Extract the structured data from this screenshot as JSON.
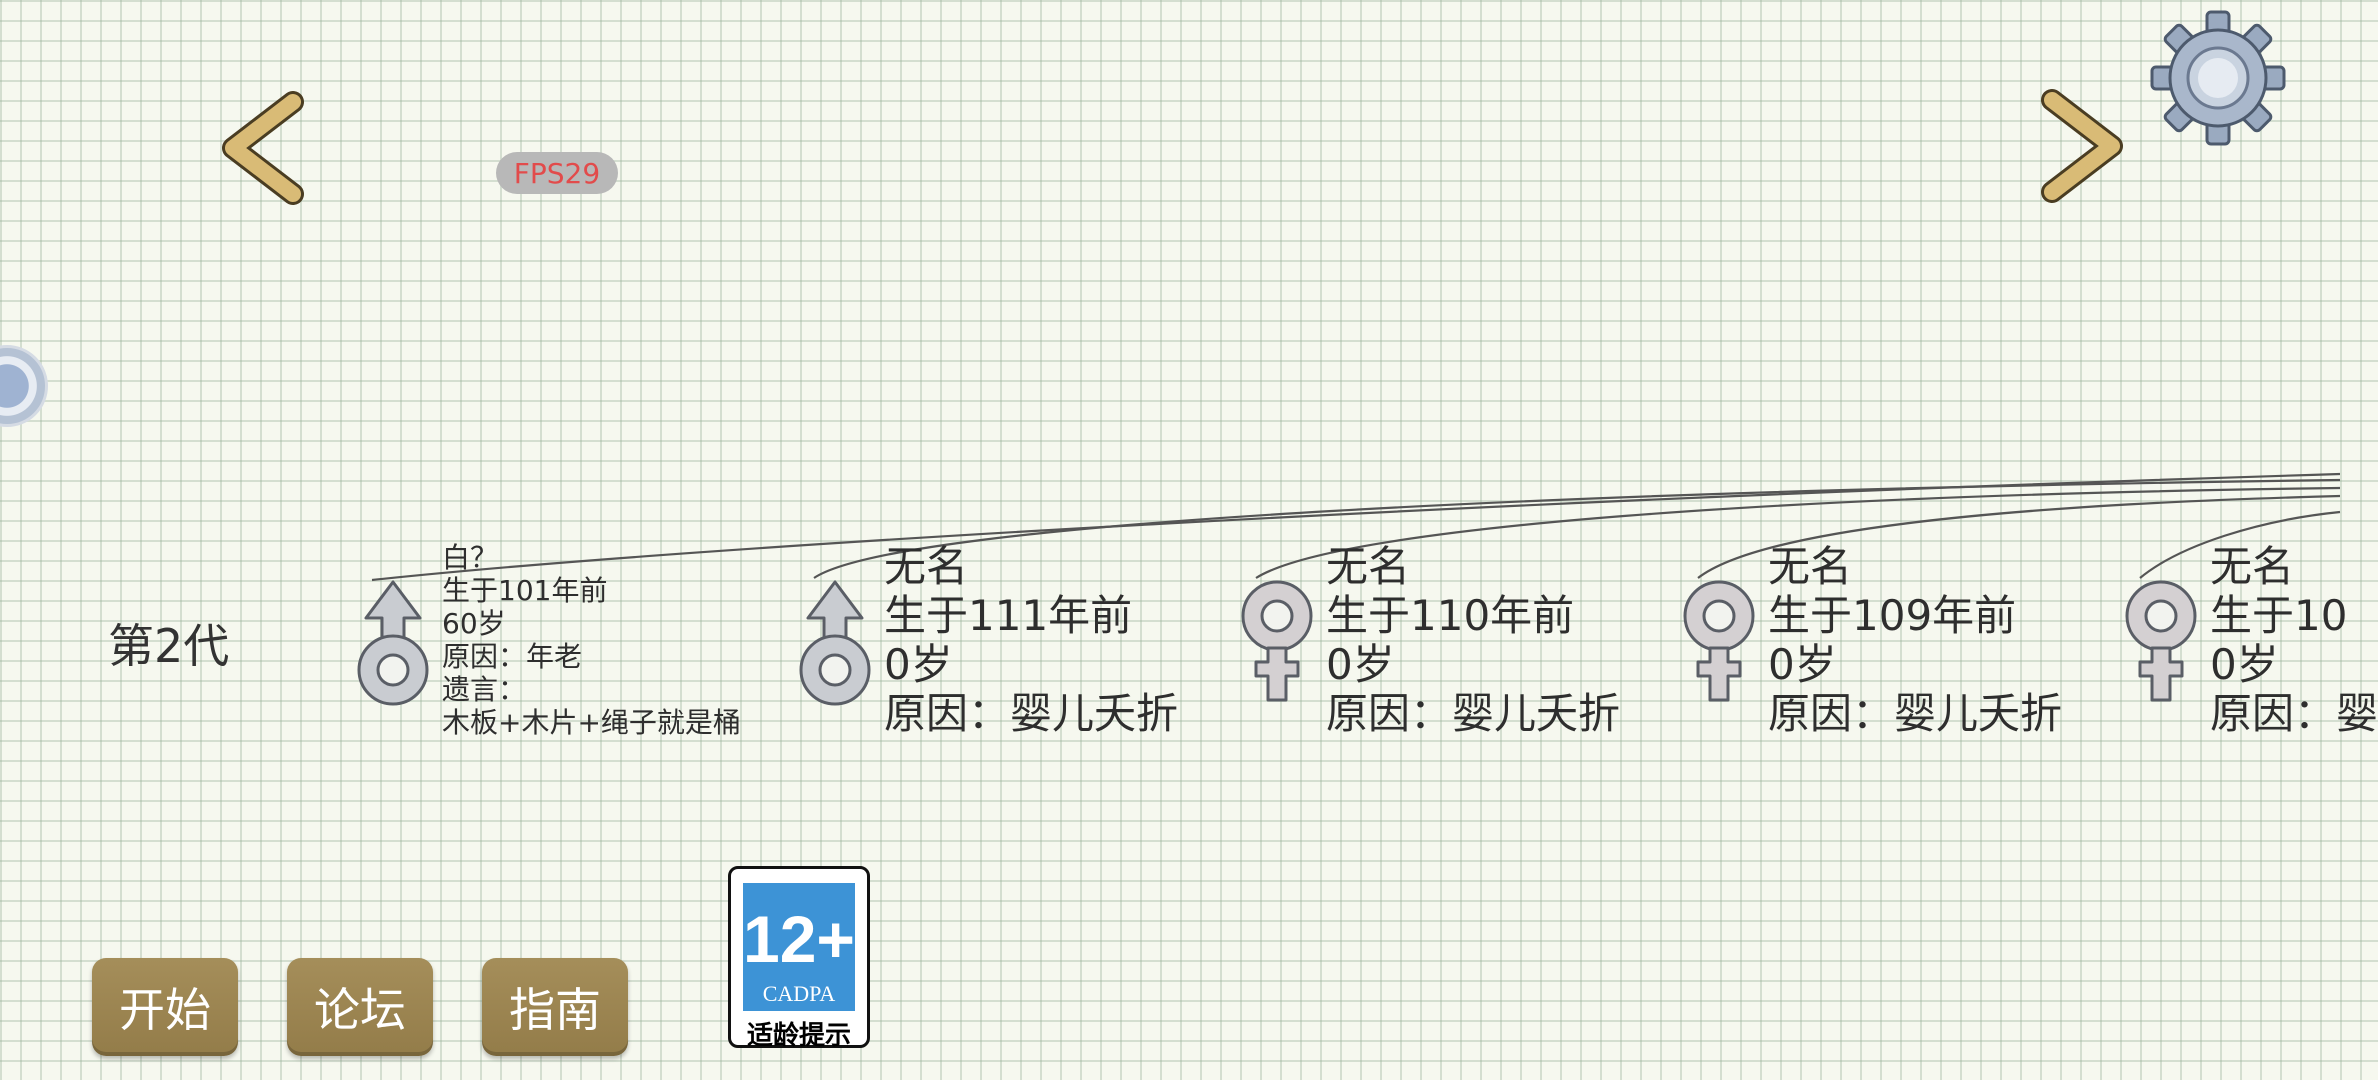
{
  "hud": {
    "fps": "FPS29"
  },
  "icons": {
    "prev": "chevron-left-icon",
    "next": "chevron-right-icon",
    "settings": "gear-icon",
    "male": "male-symbol-icon",
    "female": "female-symbol-icon"
  },
  "generation": {
    "label": "第2代"
  },
  "people": [
    {
      "gender": "male",
      "lines": [
        "白？",
        "生于101年前",
        "60岁",
        "原因：年老",
        "遗言：",
        "木板+木片+绳子就是桶"
      ]
    },
    {
      "gender": "male",
      "lines": [
        "无名",
        "生于111年前",
        "0岁",
        "原因：婴儿夭折"
      ]
    },
    {
      "gender": "female",
      "lines": [
        "无名",
        "生于110年前",
        "0岁",
        "原因：婴儿夭折"
      ]
    },
    {
      "gender": "female",
      "lines": [
        "无名",
        "生于109年前",
        "0岁",
        "原因：婴儿夭折"
      ]
    },
    {
      "gender": "female",
      "lines": [
        "无名",
        "生于10",
        "0岁",
        "原因：婴"
      ]
    }
  ],
  "menu": {
    "start": "开始",
    "forum": "论坛",
    "guide": "指南"
  },
  "age_rating": {
    "age": "12+",
    "org": "CADPA",
    "caption": "适龄提示"
  },
  "colors": {
    "button": "#9a834f",
    "rating_blue": "#3d93d6",
    "fps_text": "#e24b4b",
    "arrow": "#d7b872"
  }
}
